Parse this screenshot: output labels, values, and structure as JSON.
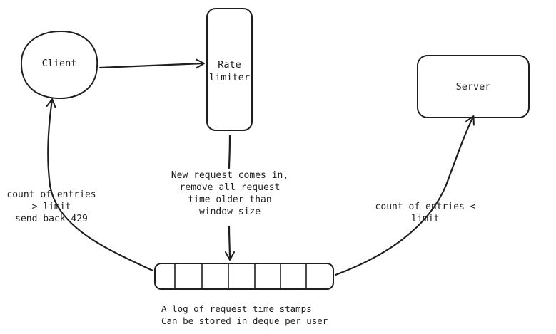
{
  "nodes": {
    "client": "Client",
    "rate_limiter": "Rate\nlimiter",
    "server": "Server"
  },
  "edges": {
    "limiter_to_log": "New request comes in,\nremove all request\ntime older than\nwindow size",
    "log_to_client": "count of entries\n> limit\nsend back 429",
    "log_to_server": "count of entries <\nlimit"
  },
  "log_caption": "A log of request time stamps\nCan be stored in deque per user",
  "colors": {
    "stroke": "#1e1e1e",
    "background": "#ffffff"
  }
}
